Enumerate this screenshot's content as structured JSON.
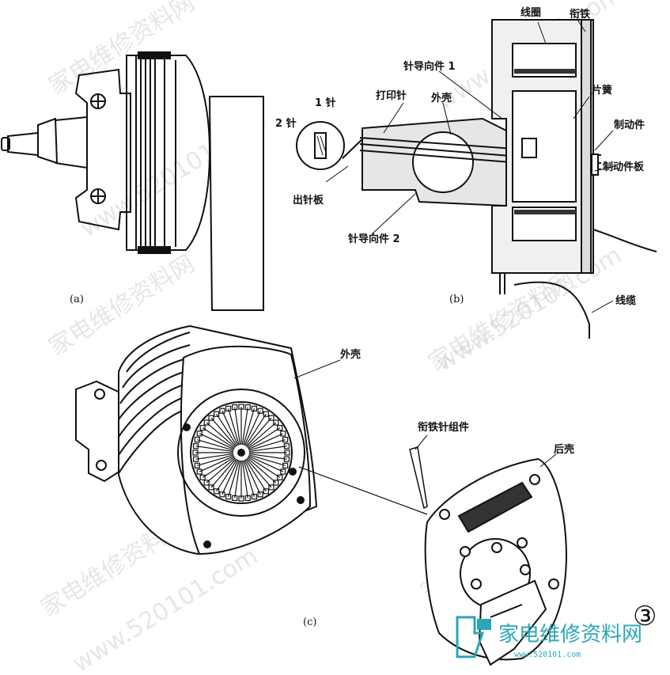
{
  "labels": {
    "coil": "线圈",
    "yoke": "衔铁",
    "guide1": "针导向件 1",
    "print_pin": "打印针",
    "housing_b": "外壳",
    "pin1": "1 针",
    "pin2": "2 针",
    "spring_leaf": "片簧",
    "brake": "制动件",
    "brake_plate": "制动件板",
    "exit_plate": "出针板",
    "guide2": "针导向件 2",
    "cable": "线缆",
    "housing_c": "外壳",
    "armature_pin_assembly": "衔铁针组件",
    "rear_case": "后壳"
  },
  "captions": {
    "a": "(a)",
    "b": "(b)",
    "c": "(c)"
  },
  "badge": "③",
  "watermark": {
    "cn": "家电维修资料网",
    "url": "www.520101.com",
    "logo": "家电维修资料网",
    "logo_url": "www.520101.com"
  }
}
